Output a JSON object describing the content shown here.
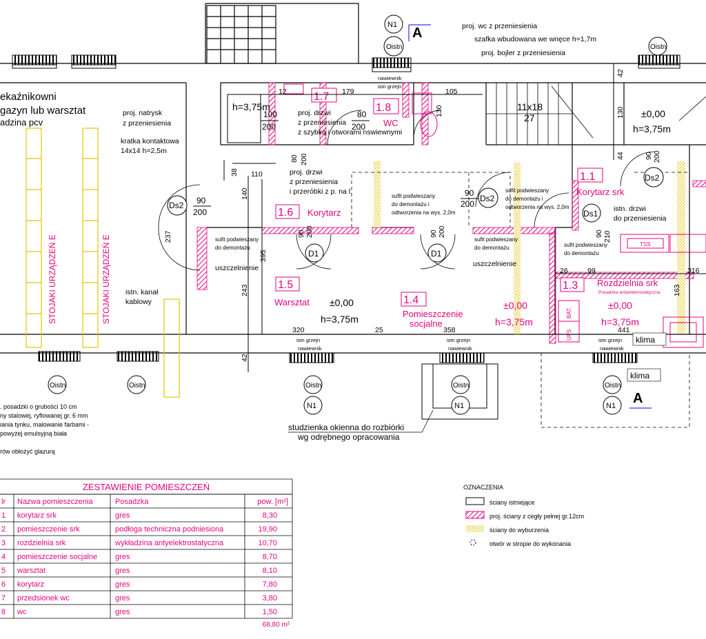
{
  "plan": {
    "rooms": [
      {
        "id": "1.1",
        "name": "Korytarz srk",
        "sub": ""
      },
      {
        "id": "1.3",
        "name": "Rozdzielnia srk",
        "sub": "Posadzka antyelektrostatyczna"
      },
      {
        "id": "1.4",
        "name": "Pomieszczenie",
        "sub": "socjalne"
      },
      {
        "id": "1.5",
        "name": "Warsztat",
        "sub": ""
      },
      {
        "id": "1.6",
        "name": "Korytarz",
        "sub": ""
      },
      {
        "id": "1.7",
        "name": "",
        "sub": ""
      },
      {
        "id": "1.8",
        "name": "WC",
        "sub": ""
      }
    ],
    "left_text": [
      "ekaźnikowni",
      "gazyn lub warsztat",
      "adzina pcv"
    ],
    "racks_label": "STOJAKI URZĄDZEŃ E",
    "stairs_label": [
      "11x18",
      "27"
    ],
    "ceiling_height": "h=3,75m",
    "level": "±0,00",
    "notes_left": [
      "proj. natrysk",
      "z przeniesienia",
      "kratka kontaktowa",
      "14x14 h=2,5m",
      "istn. kanał",
      "kablowy"
    ],
    "notes_top": [
      "proj. wc z przeniesienia",
      "szafka wbudowana we wnęce h=1,7m",
      "proj. bojler z przeniesienia"
    ],
    "notes_doors": [
      "proj. drzwi",
      "z przeniesienia",
      "z szybką i otworami nswiewnymi",
      "proj. drzwi",
      "z przeniesienia",
      "i przeróbki z p. na l.",
      "istn. drzwi",
      "do przeniesienia"
    ],
    "ceiling_notes": [
      "sufit podwieszany",
      "do demontażu",
      "do demontażu i",
      "odtworzenia na wys. 2,0m"
    ],
    "seal": "uszczelnienie",
    "radiator": [
      "istn grzejn",
      "nawiewnik"
    ],
    "istn": "Oistn",
    "n1": "N1",
    "section_mark": "A",
    "ds1": "Ds1",
    "ds2": "Ds2",
    "d1": "D1",
    "klima": "klima",
    "tss": "TSS",
    "ups": "UPS",
    "bat": "BAT.",
    "window_note": [
      "studzienka okienna do rozbiórki",
      "wg odrębnego opracowania"
    ],
    "floor_notes": [
      ". posadzki o grubości 10 cm",
      "ny stalowej, ryflowanej gr. 6 mm",
      "iania tynku,  malowanie farbami -",
      " powyżej emulsyjną biała",
      "rów obłożyć glazurą"
    ],
    "dims": {
      "d12": "12",
      "d179": "179",
      "d105": "105",
      "d130": "130",
      "d42": "42",
      "d44": "44",
      "d110": "110",
      "d38": "38",
      "d140": "140",
      "d237": "237",
      "d395": "395",
      "d243": "243",
      "d320": "320",
      "d25": "25",
      "d358": "358",
      "d441": "441",
      "d26": "26",
      "d99": "99",
      "d316": "316",
      "d163": "163",
      "d42b": "42",
      "d100": "100",
      "d200": "200",
      "d80": "80",
      "d90": "90",
      "d210": "210"
    }
  },
  "table": {
    "title": "ZESTAWIENIE  POMIESZCZEŃ",
    "headers": [
      "lr",
      "Nazwa pomieszczenia",
      "Posadzka",
      "pow. [m²]"
    ],
    "rows": [
      {
        "nr": "1",
        "name": "korytarz srk",
        "floor": "gres",
        "area": "8,30"
      },
      {
        "nr": "2",
        "name": "pomieszczenie srk",
        "floor": "podłoga techniczna podniesiona",
        "area": "19,90"
      },
      {
        "nr": "3",
        "name": "rozdzielnia srk",
        "floor": "wykładzina antyelektrostatyczna",
        "area": "10,70"
      },
      {
        "nr": "4",
        "name": "pomieszczenie socjalne",
        "floor": "gres",
        "area": "8,70"
      },
      {
        "nr": "5",
        "name": "warsztat",
        "floor": "gres",
        "area": "8,10"
      },
      {
        "nr": "6",
        "name": "korytarz",
        "floor": "gres",
        "area": "7,80"
      },
      {
        "nr": "7",
        "name": "przedsionek wc",
        "floor": "gres",
        "area": "3,80"
      },
      {
        "nr": "8",
        "name": "wc",
        "floor": "gres",
        "area": "1,50"
      }
    ],
    "total": "68,80 m²"
  },
  "legend": {
    "title": "OZNACZENIA",
    "items": [
      "ściany istniejące",
      "proj. ściany z cegły pełnej gr.12cm",
      "ściany do wyburzenia",
      "otwór w stropie do wykonania"
    ]
  },
  "colors": {
    "magenta": "#e6007e",
    "black": "#000000",
    "yellow": "#e8c200",
    "hatch": "#e6007e"
  }
}
